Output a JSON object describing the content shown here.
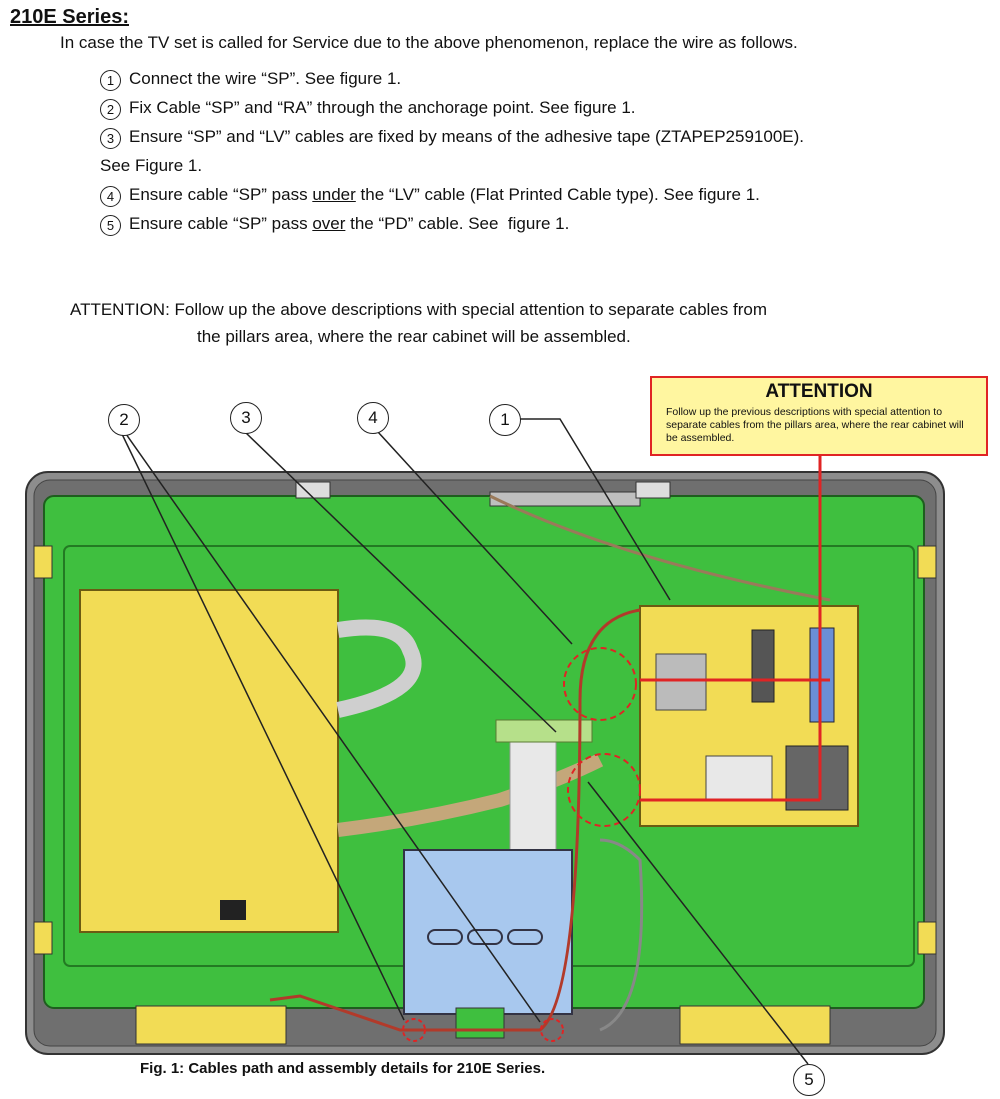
{
  "heading": "210E Series:",
  "intro": "In  case the TV set is called for Service due to the above phenomenon, replace the wire as follows.",
  "steps": [
    {
      "num": "1",
      "before": "Connect the wire “SP”. See figure 1.",
      "underline": "",
      "after": ""
    },
    {
      "num": "2",
      "before": "Fix Cable “SP” and “RA” through the anchorage point. See figure 1.",
      "underline": "",
      "after": ""
    },
    {
      "num": "3",
      "before": "Ensure “SP” and “LV” cables are fixed by means of the adhesive tape (ZTAPEP259100E).",
      "underline": "",
      "after": "",
      "continuation": "See Figure 1."
    },
    {
      "num": "4",
      "before": "Ensure cable “SP” pass ",
      "underline": "under",
      "after": " the “LV” cable (Flat Printed Cable type). See figure 1."
    },
    {
      "num": "5",
      "before": "Ensure cable “SP” pass ",
      "underline": "over",
      "after": " the “PD” cable. See  figure 1."
    }
  ],
  "attention": {
    "line1": "ATTENTION: Follow up the above descriptions with special attention to separate cables from",
    "line2": "the pillars area, where the rear cabinet will be assembled."
  },
  "figure": {
    "callouts": [
      "2",
      "3",
      "4",
      "1",
      "5"
    ],
    "attention_box": {
      "title": "ATTENTION",
      "body": "Follow up the previous descriptions with special attention to separate cables from the pillars area, where the rear cabinet will be assembled."
    },
    "caption": "Fig. 1: Cables path and assembly details for 210E Series.",
    "colors": {
      "chassis": "#3fbf3f",
      "board": "#f2dc55",
      "bracket": "#a8c8ee",
      "highlight": "#e02424",
      "frame": "#8a8a8a"
    }
  }
}
